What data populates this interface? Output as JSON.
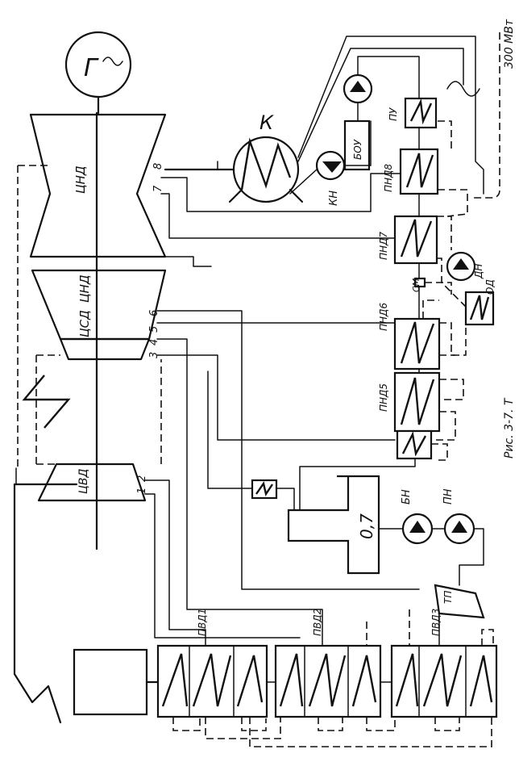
{
  "diagram": {
    "labels": {
      "generator": "Г",
      "condenser": "К",
      "hp_cylinder": "ЦВД",
      "ip_cylinder": "ЦСД",
      "lp_cylinder_1": "ЦНД",
      "lp_cylinder_2": "ЦНД",
      "deaerator": "0,7",
      "condensate_pump": "КН",
      "booster_pump": "БН",
      "feed_pump": "ПН",
      "drain_pump": "ДН",
      "bou": "БОУ",
      "pu": "ПУ",
      "hpr8": "ПНД8",
      "hpr7": "ПНД7",
      "hpr6": "ПНД6",
      "hpr5": "ПНД5",
      "sm": "СМ",
      "od": "ОД",
      "tp": "ТП",
      "pvd1": "ПВД1",
      "pvd2": "ПВД2",
      "pvd3": "ПВД3"
    },
    "extractions": [
      "1",
      "2",
      "3",
      "4",
      "5",
      "6",
      "7",
      "8"
    ],
    "caption_fragment": "Рис. 3-7. Т",
    "edge_fragment": "300 МВт"
  }
}
